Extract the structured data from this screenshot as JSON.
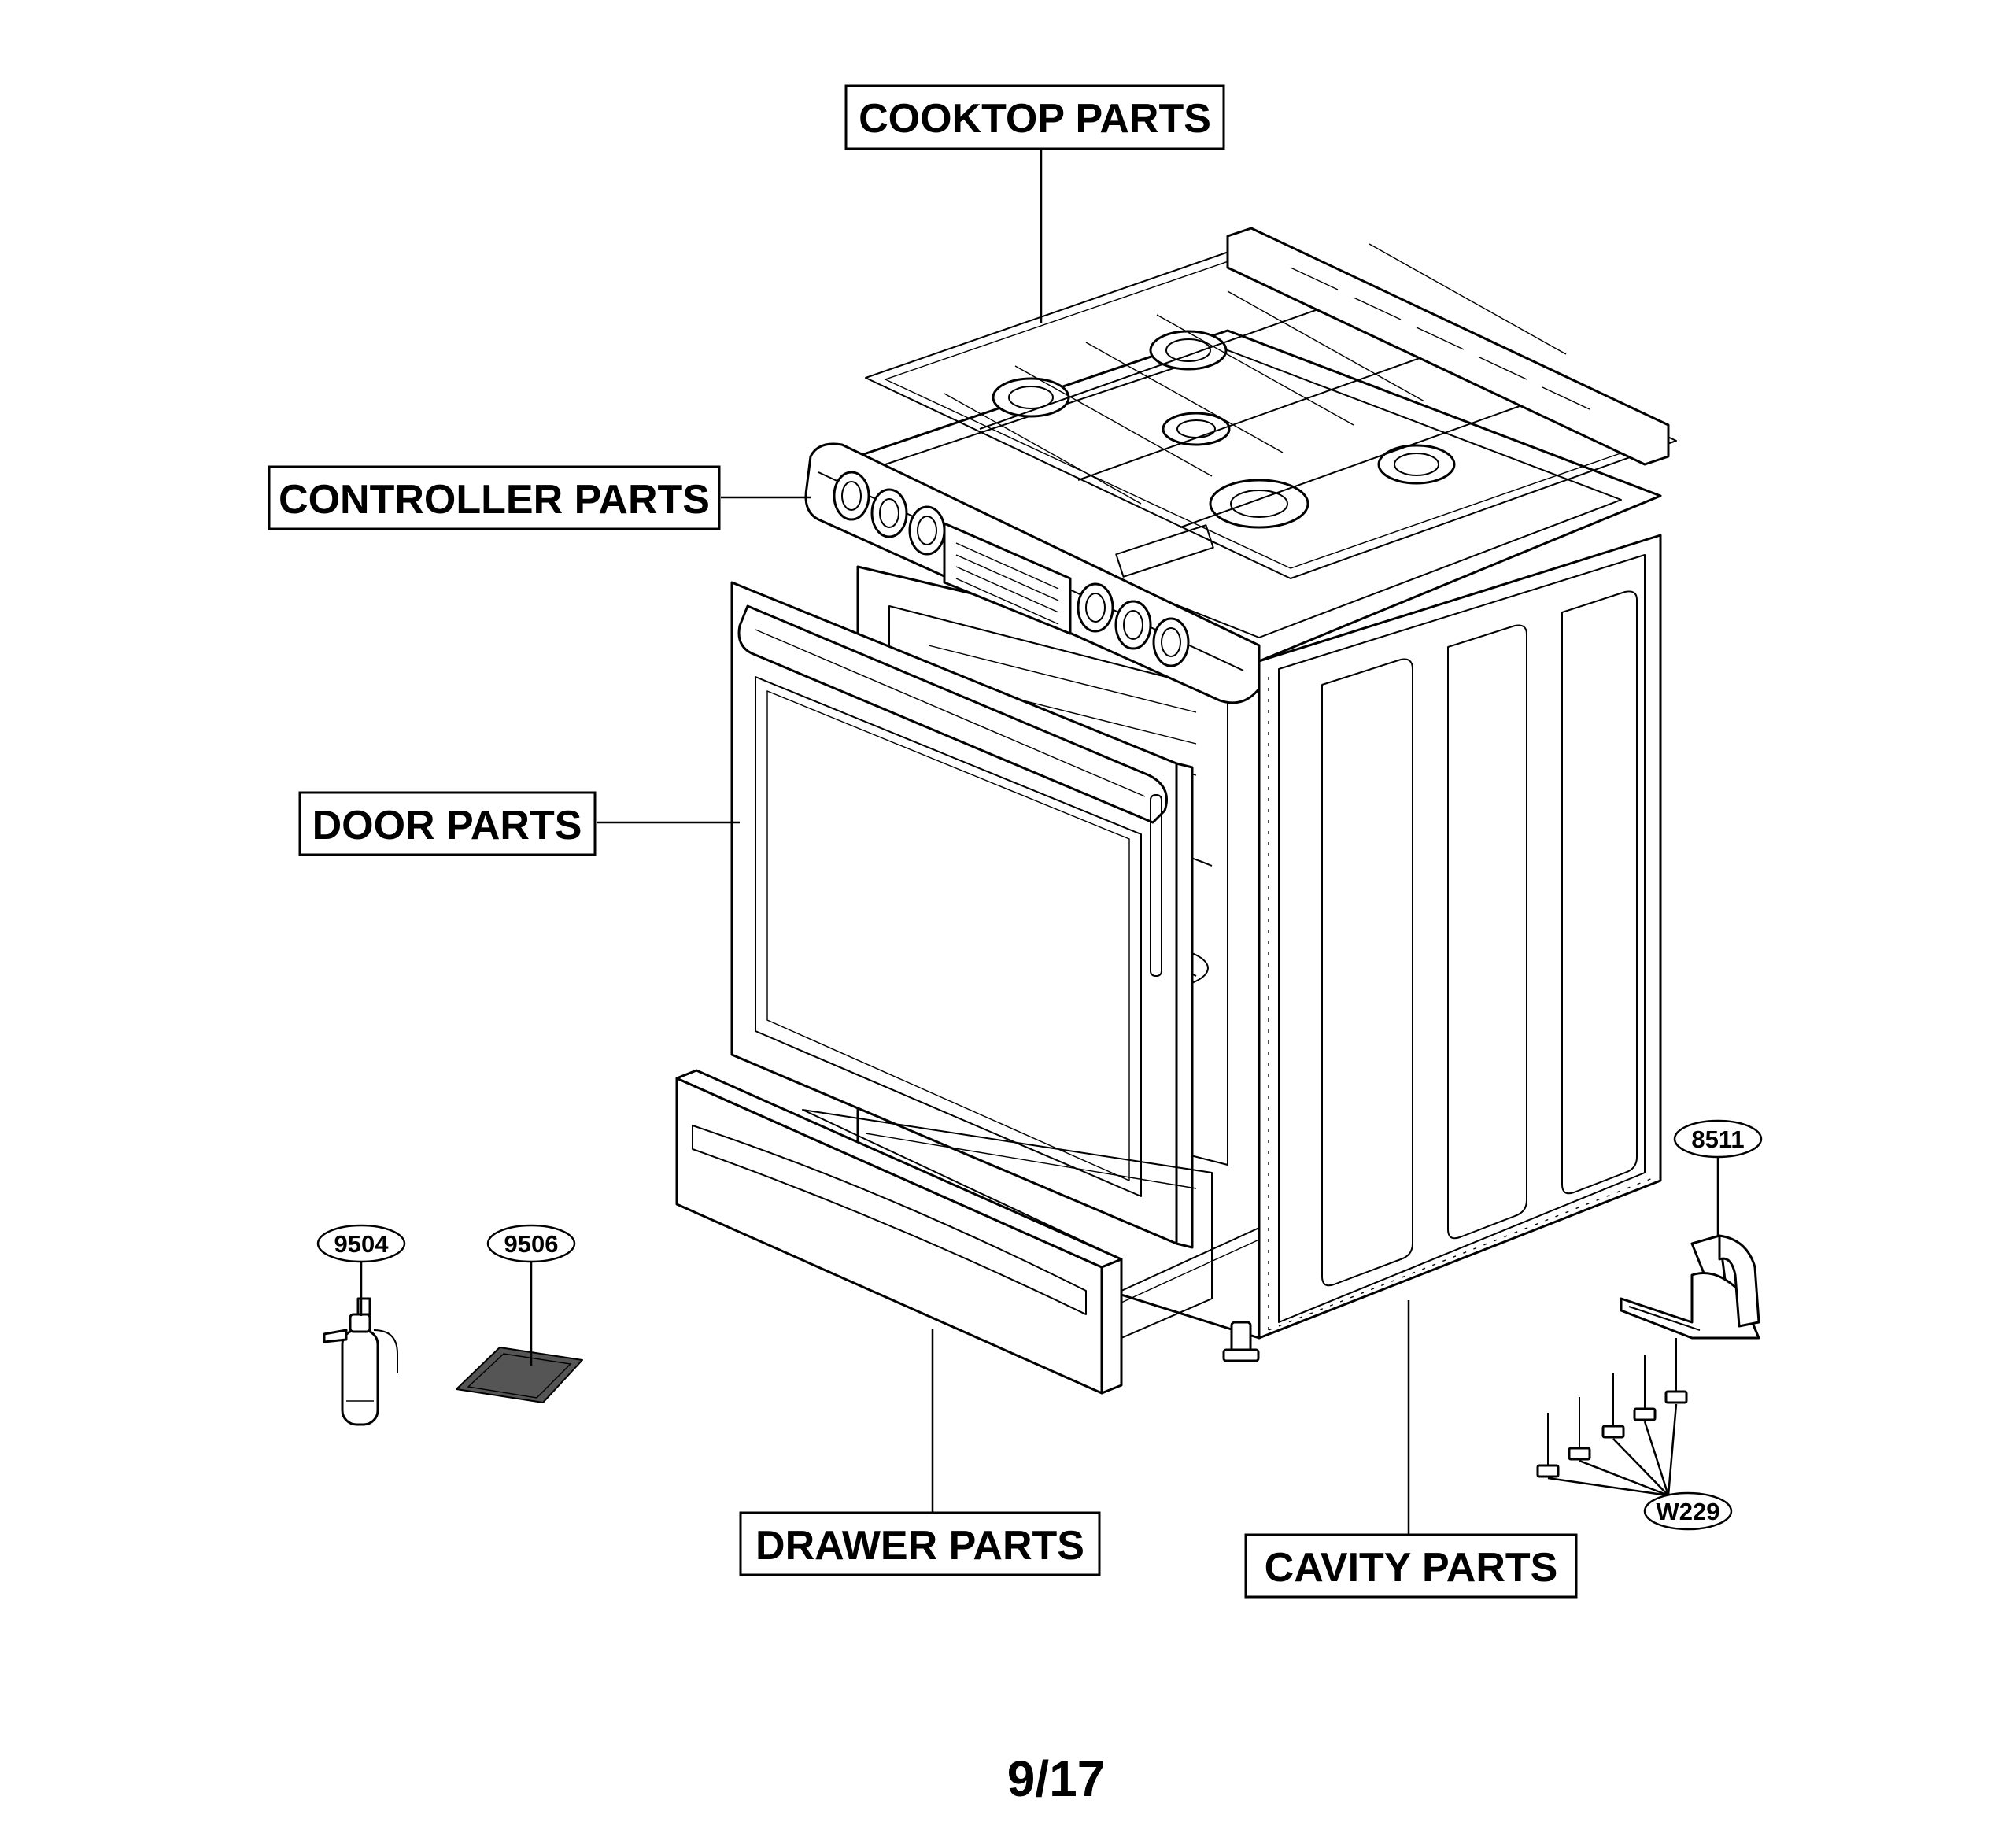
{
  "labels": {
    "cooktop": "COOKTOP PARTS",
    "controller": "CONTROLLER PARTS",
    "door": "DOOR PARTS",
    "drawer": "DRAWER PARTS",
    "cavity": "CAVITY PARTS"
  },
  "part_numbers": {
    "p9504": "9504",
    "p9506": "9506",
    "p8511": "8511",
    "w229": "W229"
  },
  "page_number": "9/17"
}
